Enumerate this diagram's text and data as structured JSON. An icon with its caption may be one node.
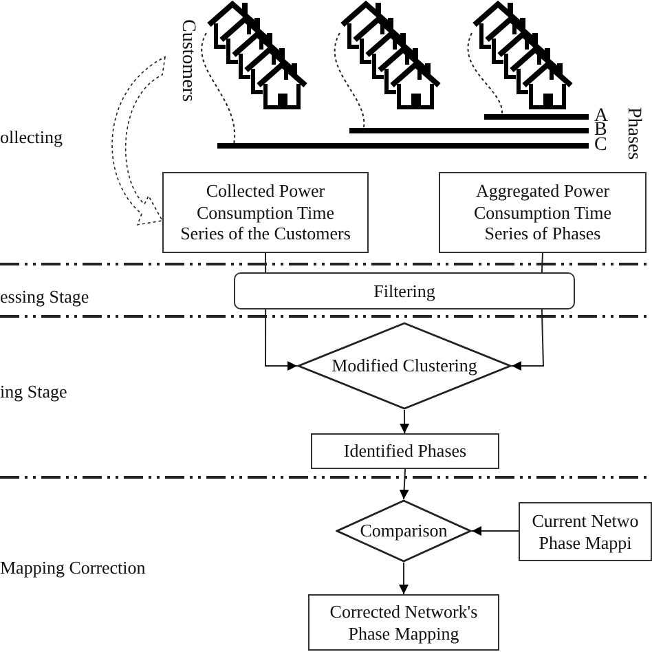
{
  "diagram": {
    "nodes": [
      {
        "text": [],
        "shape": "picture"
      },
      {
        "text": [],
        "shape": "picture"
      },
      {
        "text": [],
        "shape": "picture"
      },
      {
        "text": [],
        "shape": "bar",
        "beside": [
          "A"
        ]
      },
      {
        "text": [],
        "shape": "bar",
        "beside": [
          "B"
        ]
      },
      {
        "text": [],
        "shape": "bar",
        "beside": [
          "C"
        ]
      },
      {
        "text": [
          "Collected Power Consumption Time Series of the Customers"
        ]
      },
      {
        "text": [
          "Aggregated Power Consumption Time Series of Phases"
        ]
      },
      {
        "text": [
          "Filtering"
        ]
      },
      {
        "text": [
          "Modified Clustering"
        ]
      },
      {
        "text": [
          "Identified Phases"
        ]
      },
      {
        "text": [
          "Comparison"
        ]
      },
      {
        "text": [
          "Current Netwo Phase Mappi"
        ]
      },
      {
        "text": [
          "Corrected Network's Phase Mapping"
        ]
      }
    ],
    "edges": [
      {
        "from": 0,
        "to": 5,
        "arrow": "none",
        "style": "dashed"
      },
      {
        "from": 1,
        "to": 4,
        "arrow": "none",
        "style": "dashed"
      },
      {
        "from": 2,
        "to": 3,
        "arrow": "none",
        "style": "dashed"
      },
      {
        "from": null,
        "to": 6,
        "arrow": "to",
        "style": "dashed"
      },
      {
        "from": 6,
        "to": 8,
        "arrow": "none"
      },
      {
        "from": 7,
        "to": 8,
        "arrow": "none"
      },
      {
        "from": 8,
        "to": 9,
        "arrow": "to"
      },
      {
        "from": 8,
        "to": 9,
        "arrow": "to"
      },
      {
        "from": 9,
        "to": 10,
        "arrow": "to"
      },
      {
        "from": 10,
        "to": 11,
        "arrow": "to"
      },
      {
        "from": 12,
        "to": 11,
        "arrow": "to"
      },
      {
        "from": 11,
        "to": 13,
        "arrow": "to"
      }
    ],
    "labels": [
      "Customers",
      "Phases",
      "ollecting",
      "essing Stage",
      "ing Stage",
      "Mapping Correction"
    ]
  }
}
